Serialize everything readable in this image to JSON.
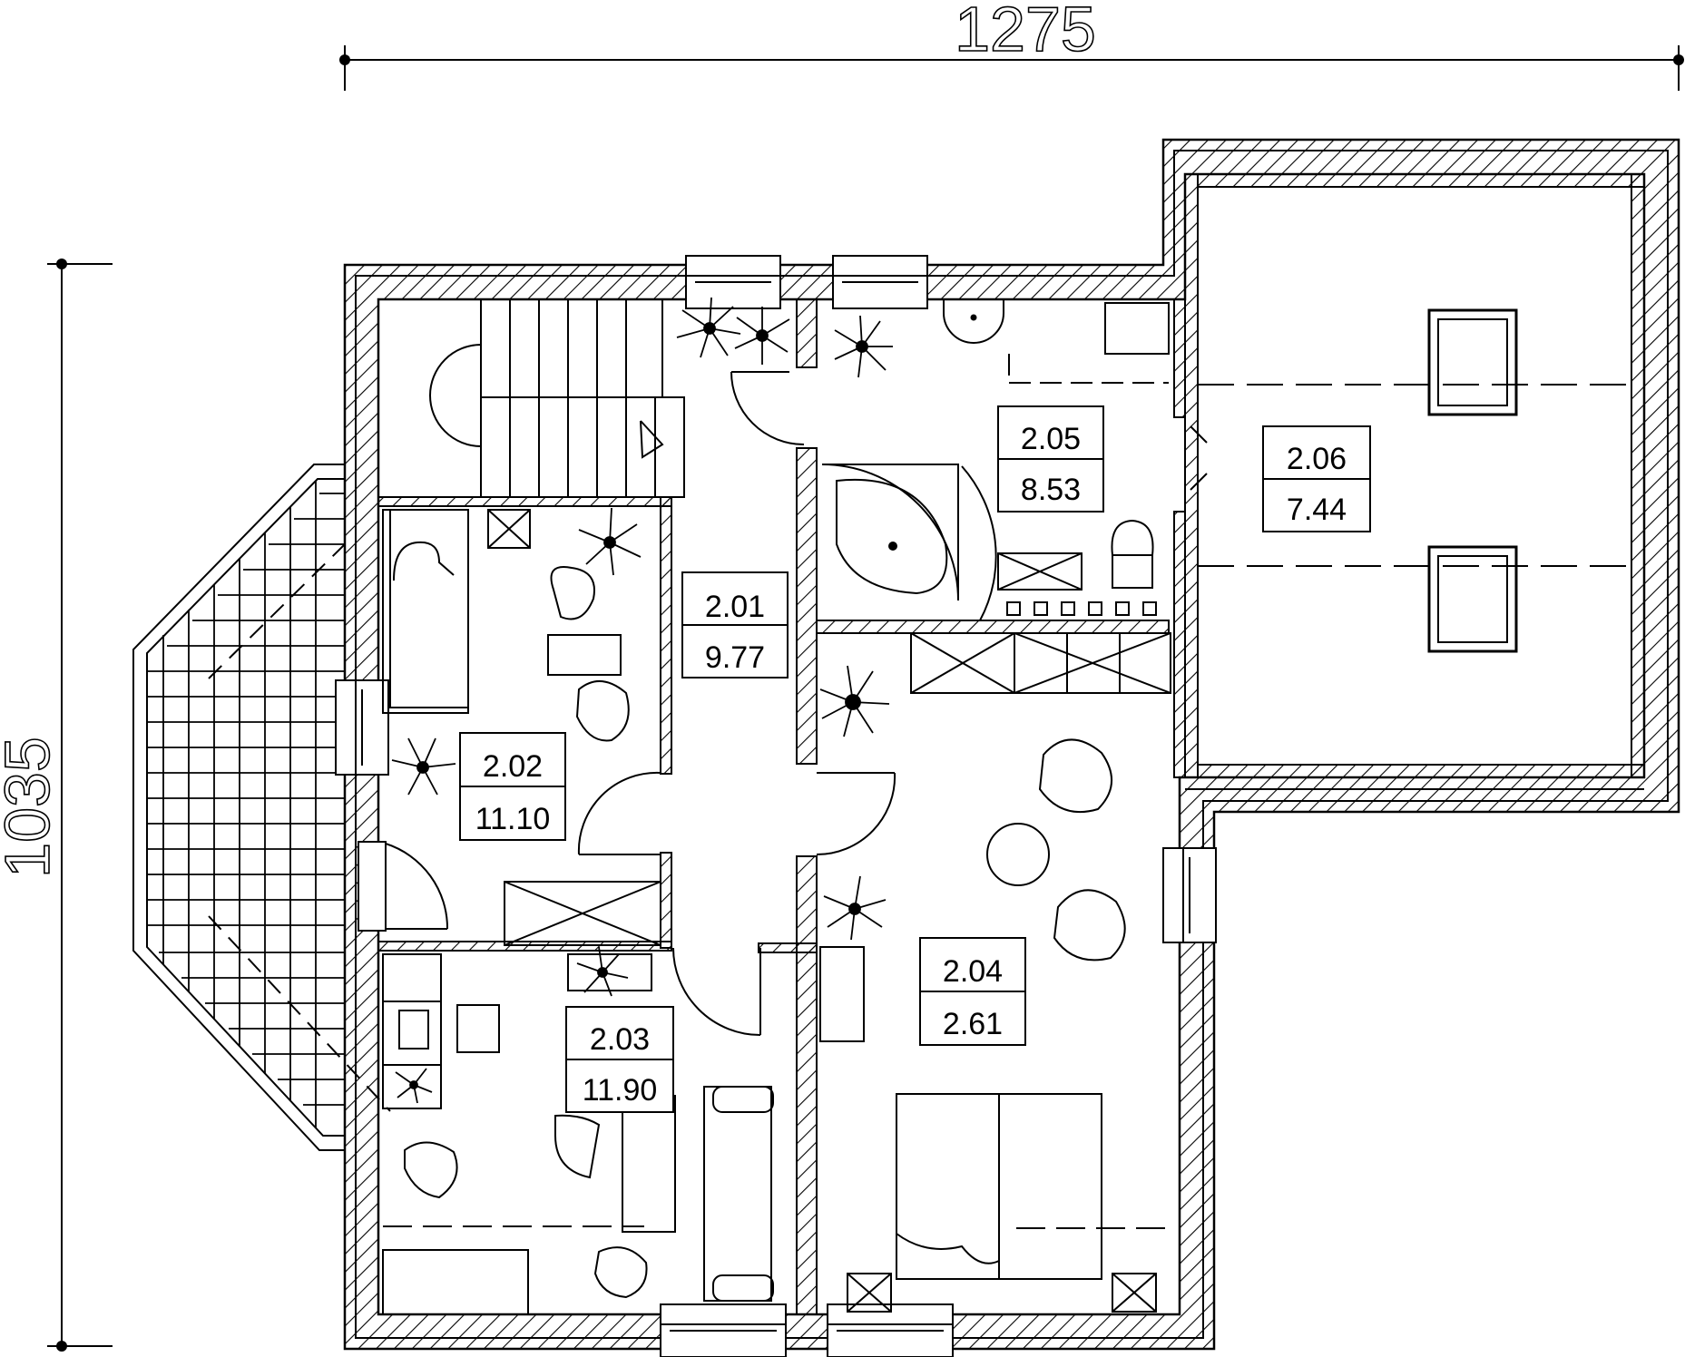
{
  "dimensions": {
    "width_label": "1275",
    "height_label": "1035"
  },
  "rooms": [
    {
      "id": "2.01",
      "number": "2.01",
      "area": "9.77"
    },
    {
      "id": "2.02",
      "number": "2.02",
      "area": "11.10"
    },
    {
      "id": "2.03",
      "number": "2.03",
      "area": "11.90"
    },
    {
      "id": "2.04",
      "number": "2.04",
      "area": "2.61"
    },
    {
      "id": "2.05",
      "number": "2.05",
      "area": "8.53"
    },
    {
      "id": "2.06",
      "number": "2.06",
      "area": "7.44"
    }
  ],
  "colors": {
    "line": "#000000",
    "background": "#ffffff"
  }
}
